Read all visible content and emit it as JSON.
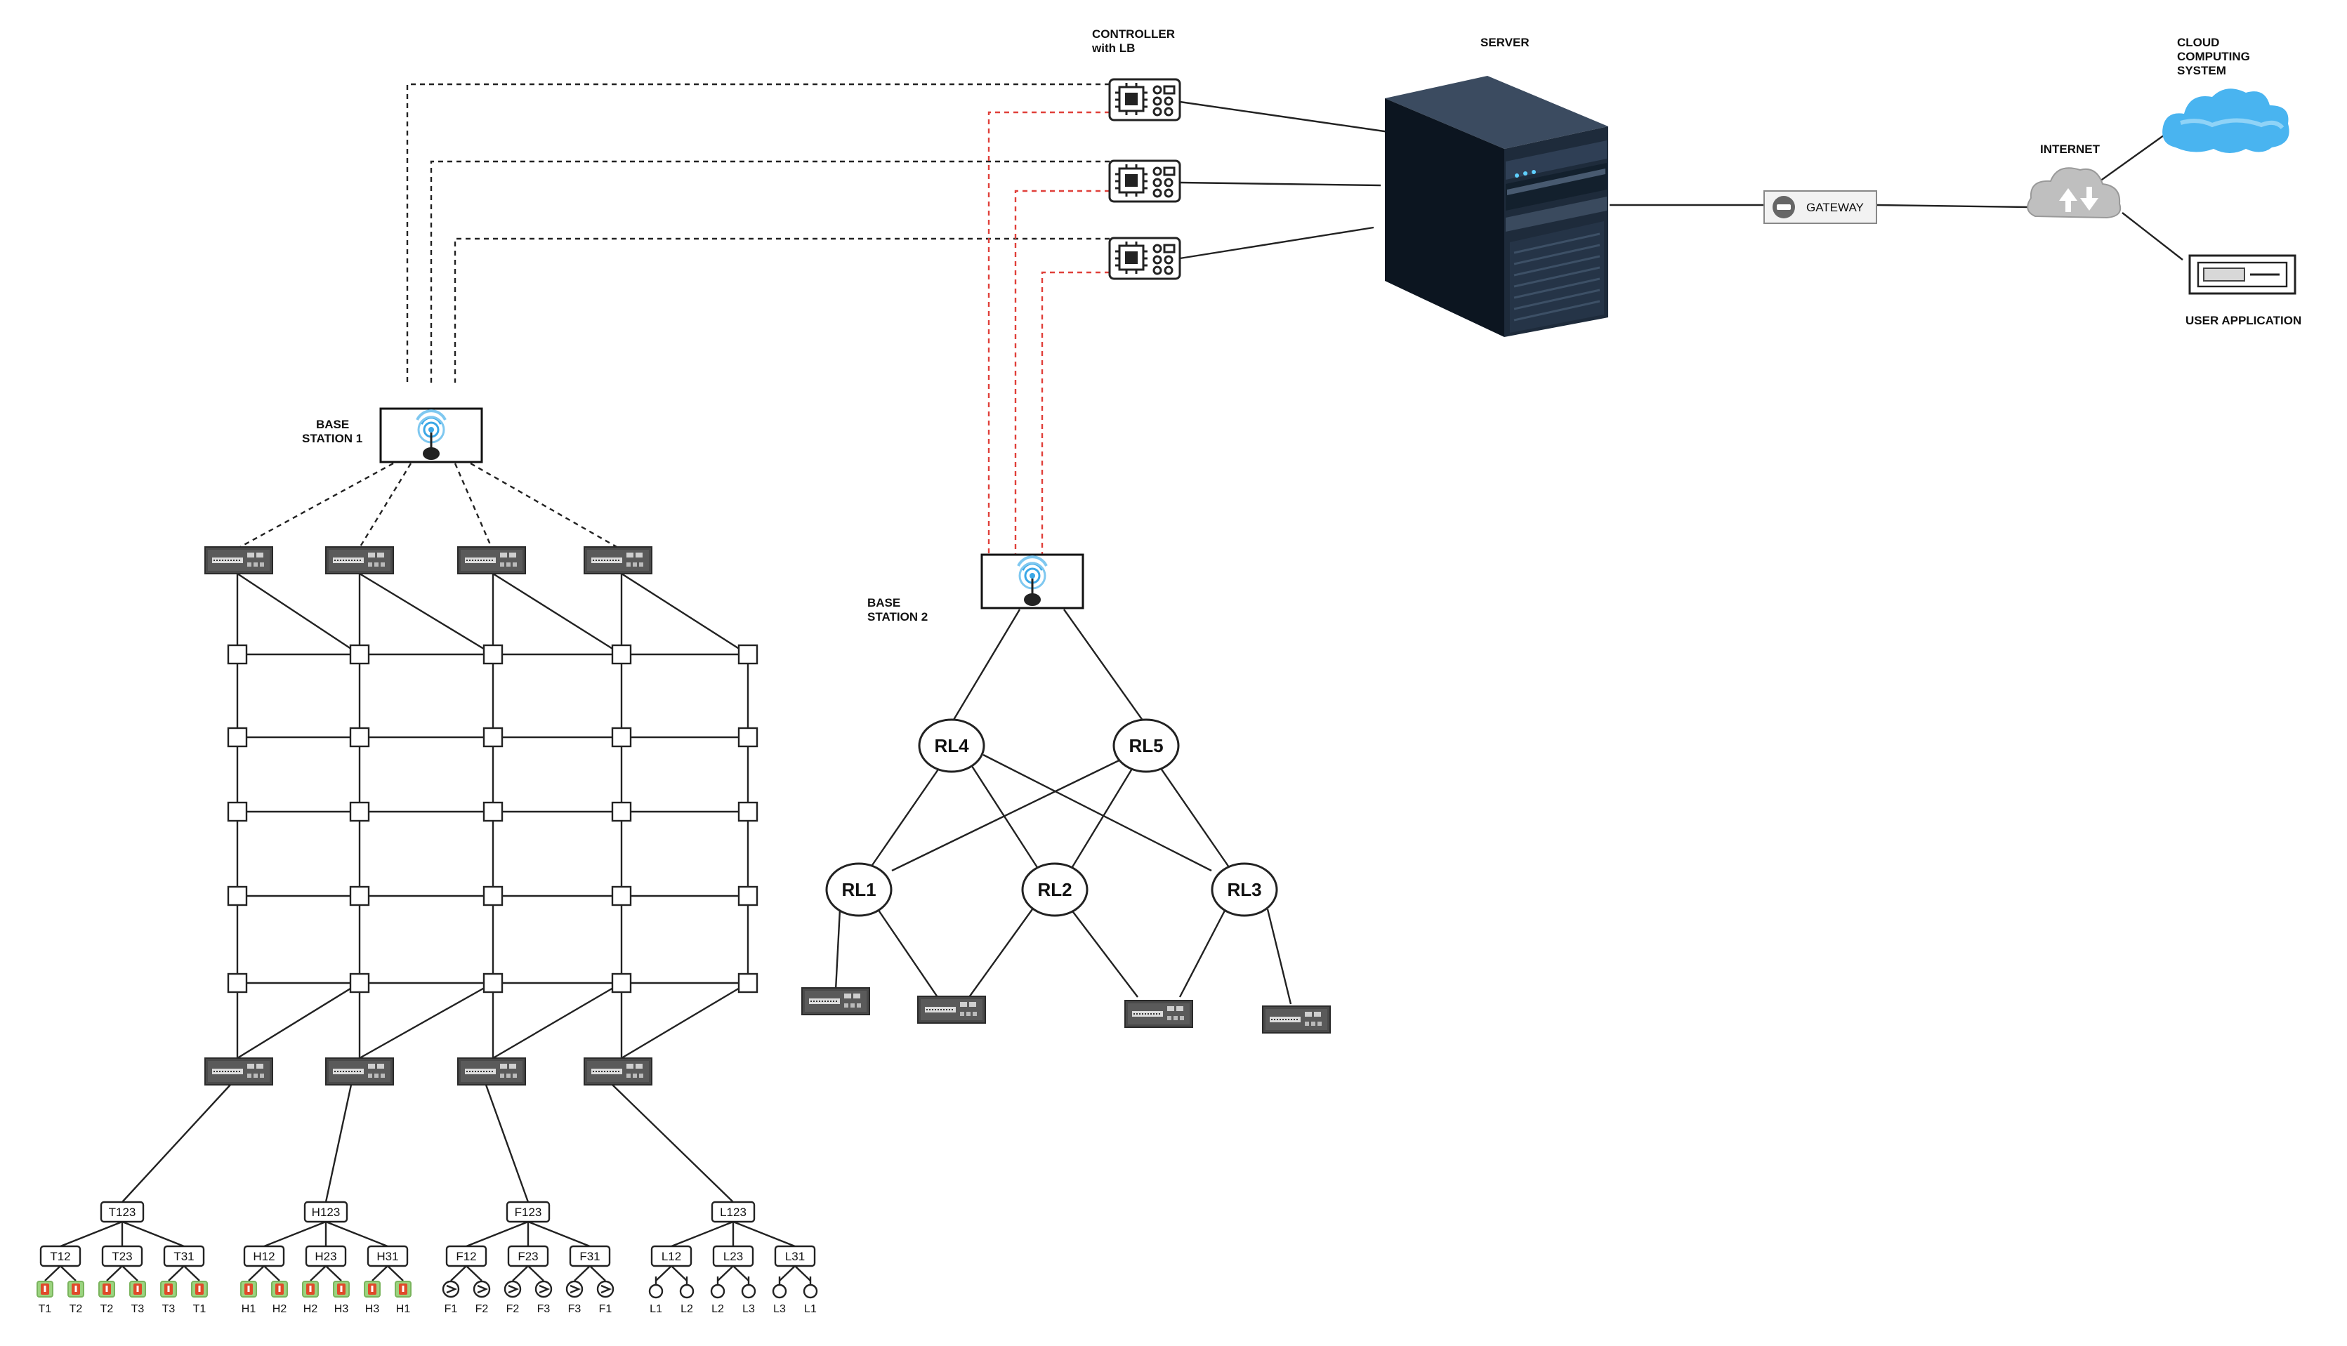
{
  "labels": {
    "controller": "CONTROLLER",
    "controller_sub": "with LB",
    "server": "SERVER",
    "cloud_line1": "CLOUD",
    "cloud_line2": "COMPUTING",
    "cloud_line3": "SYSTEM",
    "internet": "INTERNET",
    "gateway": "GATEWAY",
    "user_app": "USER APPLICATION",
    "bs1_line1": "BASE",
    "bs1_line2": "STATION 1",
    "bs2_line1": "BASE",
    "bs2_line2": "STATION 2"
  },
  "relays": {
    "top": [
      "RL4",
      "RL5"
    ],
    "bottom": [
      "RL1",
      "RL2",
      "RL3"
    ]
  },
  "clusters": [
    {
      "parent": "T123",
      "children": [
        "T12",
        "T23",
        "T31"
      ],
      "leaves": [
        "T1",
        "T2",
        "T2",
        "T3",
        "T3",
        "T1"
      ],
      "leaf_icon": "temperature-sensor-icon"
    },
    {
      "parent": "H123",
      "children": [
        "H12",
        "H23",
        "H31"
      ],
      "leaves": [
        "H1",
        "H2",
        "H2",
        "H3",
        "H3",
        "H1"
      ],
      "leaf_icon": "humidity-sensor-icon"
    },
    {
      "parent": "F123",
      "children": [
        "F12",
        "F23",
        "F31"
      ],
      "leaves": [
        "F1",
        "F2",
        "F2",
        "F3",
        "F3",
        "F1"
      ],
      "leaf_icon": "flow-sensor-icon"
    },
    {
      "parent": "L123",
      "children": [
        "L12",
        "L23",
        "L31"
      ],
      "leaves": [
        "L1",
        "L2",
        "L2",
        "L3",
        "L3",
        "L1"
      ],
      "leaf_icon": "light-sensor-icon"
    }
  ],
  "colors": {
    "wireless_link": "#222222",
    "relay_link": "#e0403a",
    "cloud": "#49b4f0",
    "server": "#1a2a3d",
    "wifi": "#3aa7e6"
  }
}
